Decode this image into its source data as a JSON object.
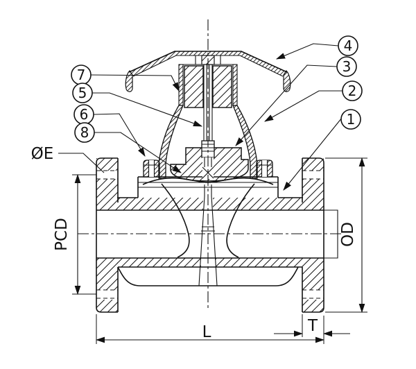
{
  "drawing": {
    "callouts": {
      "c1": "1",
      "c2": "2",
      "c3": "3",
      "c4": "4",
      "c5": "5",
      "c6": "6",
      "c7": "7",
      "c8": "8"
    },
    "dimensions": {
      "e": "ØE",
      "pcd": "PCD",
      "od": "OD",
      "l": "L",
      "t": "T"
    }
  },
  "colors": {
    "line": "#000000",
    "background": "#ffffff"
  }
}
